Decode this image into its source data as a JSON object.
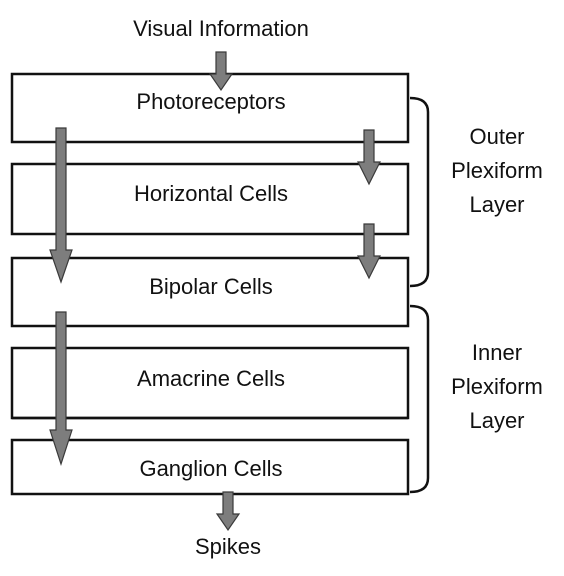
{
  "input_label": "Visual Information",
  "output_label": "Spikes",
  "layers": [
    {
      "label": "Photoreceptors"
    },
    {
      "label": "Horizontal Cells"
    },
    {
      "label": "Bipolar Cells"
    },
    {
      "label": "Amacrine Cells"
    },
    {
      "label": "Ganglion Cells"
    }
  ],
  "groups": {
    "outer": {
      "line1": "Outer",
      "line2": "Plexiform",
      "line3": "Layer"
    },
    "inner": {
      "line1": "Inner",
      "line2": "Plexiform",
      "line3": "Layer"
    }
  },
  "colors": {
    "arrow_fill": "#7d7d7d",
    "box_stroke": "#111111"
  }
}
